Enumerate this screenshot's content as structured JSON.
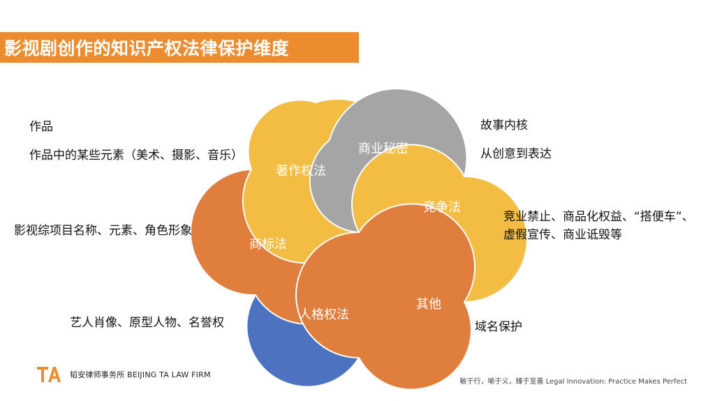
{
  "slide": {
    "title": "影视剧创作的知识产权法律保护维度",
    "petals": {
      "copyright": "著作权法",
      "trade_secret": "商业秘密",
      "competition": "竞争法",
      "other": "其他",
      "personality": "人格权法",
      "trademark": "商标法"
    },
    "notes": {
      "works": "作品",
      "work_elements": "作品中的某些元素（美术、摄影、音乐）",
      "film_titles": "影视综项目名称、元素、角色形象",
      "portrait": "艺人肖像、原型人物、名誉权",
      "story_core": "故事内核",
      "idea_to_expression": "从创意到表达",
      "competition_items": "竞业禁止、商品化权益、“搭便车”、虚假宣传、商业诋毁等",
      "domain": "域名保护"
    },
    "colors": {
      "title_bar": "#ED8C2F",
      "yellow": "#F2BD42",
      "gray": "#A5A5A5",
      "orange": "#E07E3E",
      "blue": "#4C72C0"
    }
  },
  "footer": {
    "logo_text": "TA",
    "firm": "韬安律师事务所   BEIJING TA LAW FIRM",
    "slogan": "敏于行，喻于义，臻于至善   Legal Innovation: Practice Makes Perfect"
  }
}
